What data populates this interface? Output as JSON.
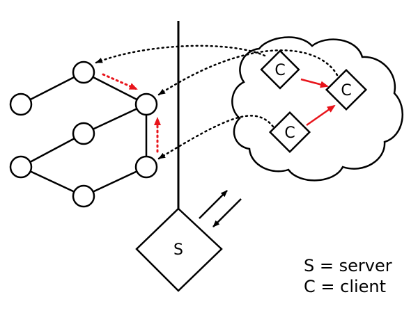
{
  "diagram": {
    "server_label": "S",
    "client_labels": [
      "C",
      "C",
      "C"
    ],
    "legend": {
      "server_line": "S = server",
      "client_line": "C = client"
    },
    "colors": {
      "ink": "#000000",
      "highlight": "#e8141b"
    }
  }
}
